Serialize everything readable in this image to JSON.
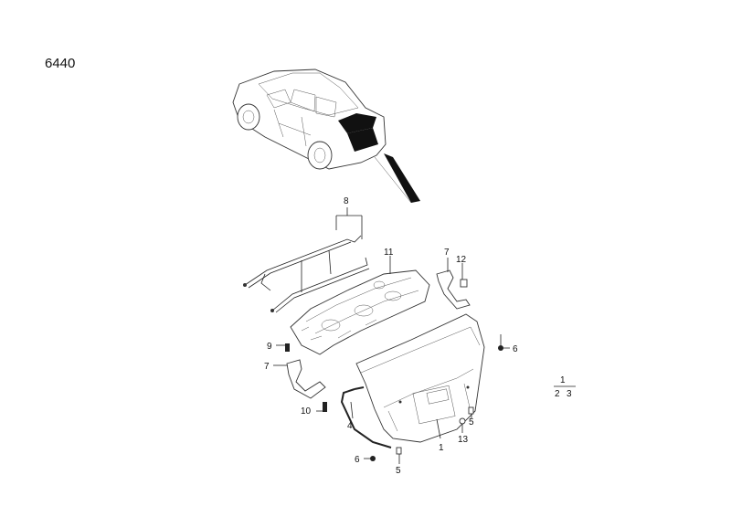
{
  "page_number": "6440",
  "callouts": {
    "c1": "1",
    "c4": "4",
    "c5a": "5",
    "c5b": "5",
    "c6a": "6",
    "c6b": "6",
    "c7a": "7",
    "c7b": "7",
    "c8": "8",
    "c9": "9",
    "c10": "10",
    "c11": "11",
    "c12": "12",
    "c13": "13"
  },
  "legend": {
    "top": "1",
    "bottom_left": "2",
    "bottom_right": "3"
  }
}
